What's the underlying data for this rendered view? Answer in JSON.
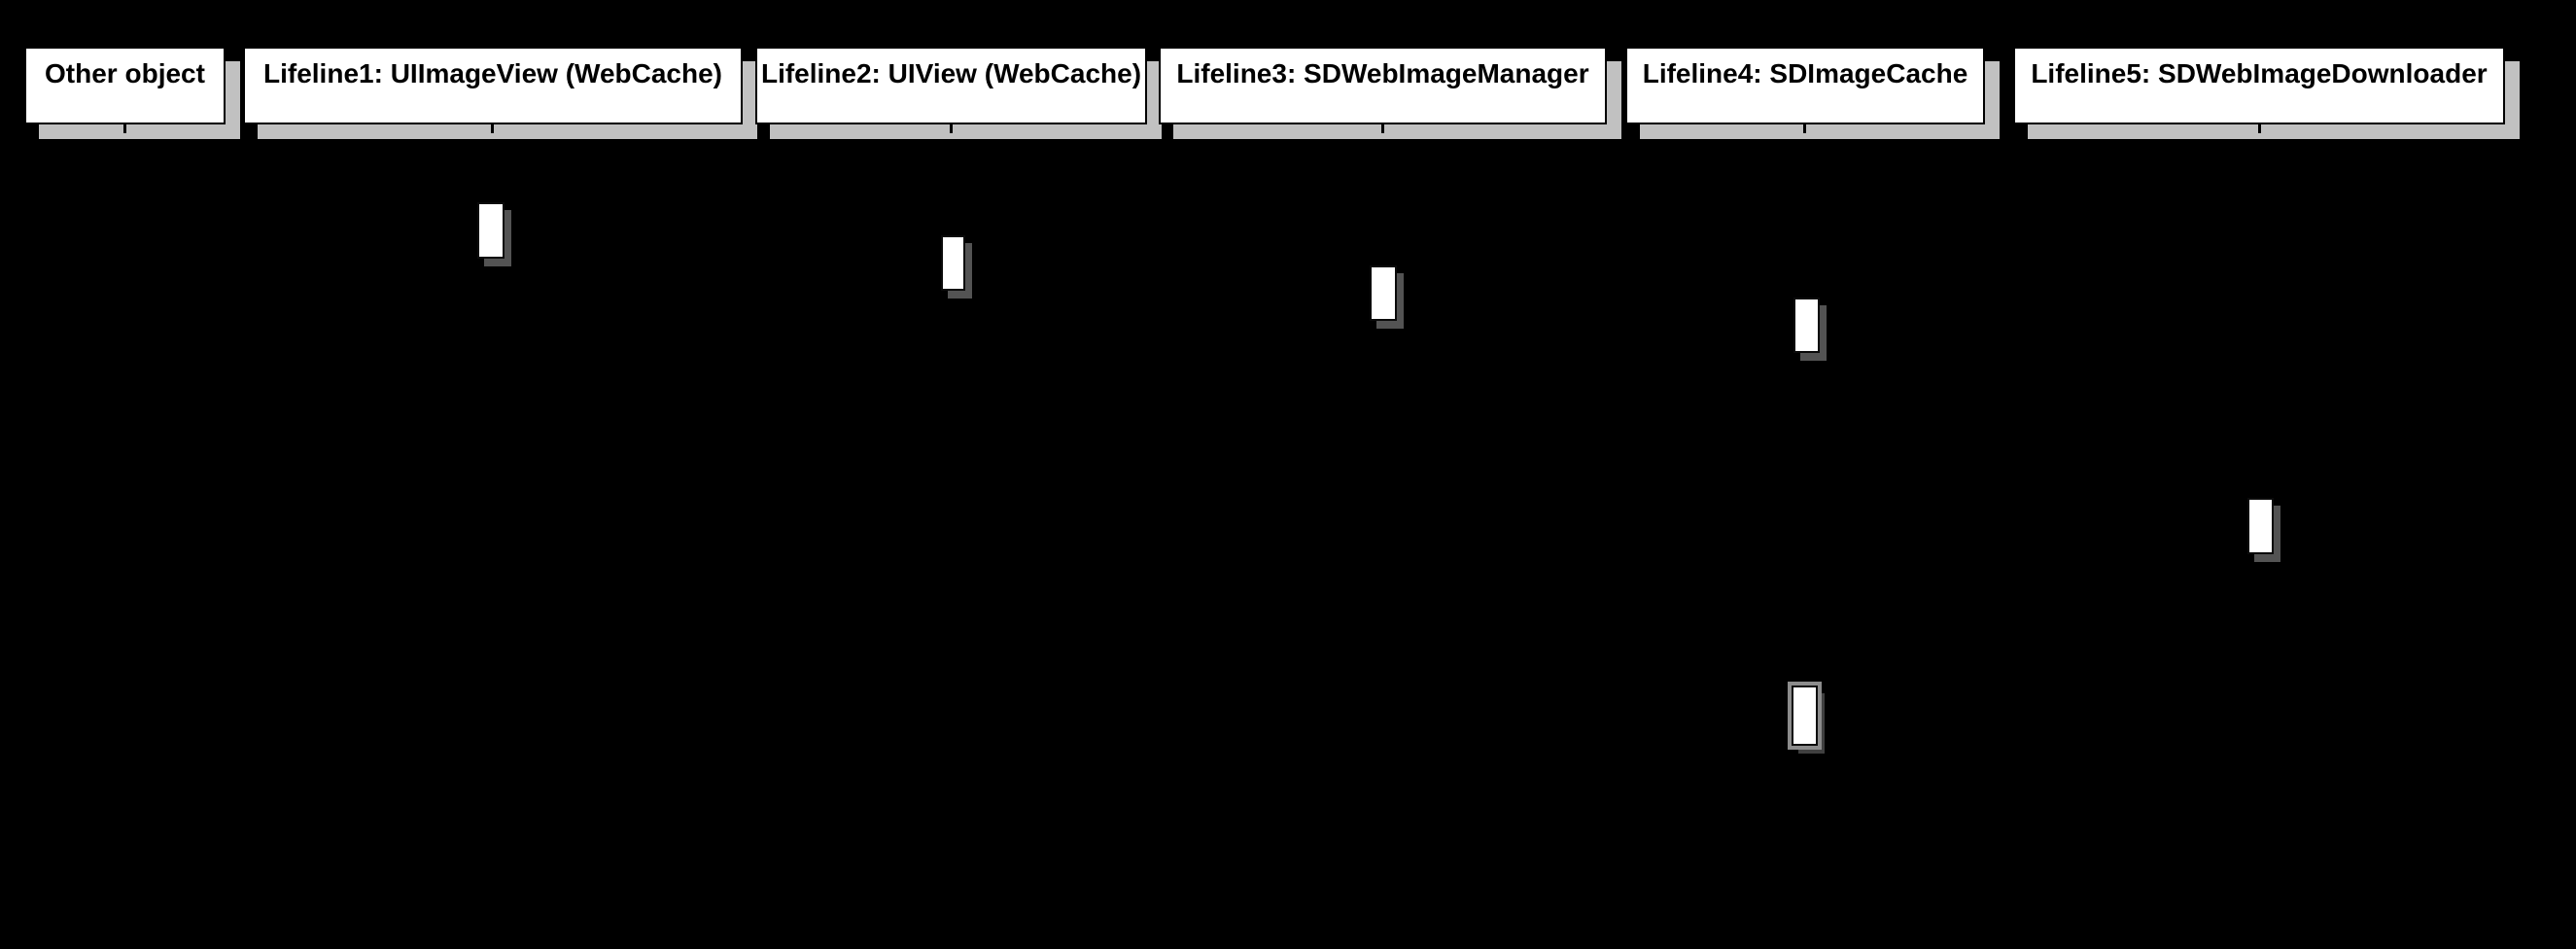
{
  "diagram": {
    "type": "uml-sequence-diagram",
    "colors": {
      "background": "#000000",
      "lifeline_box_fill": "#ffffff",
      "lifeline_box_border": "#000000",
      "drop_shadow": "#c1c1c1",
      "activation_fill": "#ffffff"
    },
    "lifelines": [
      {
        "label": "Other object"
      },
      {
        "label": "Lifeline1: UIImageView (WebCache)"
      },
      {
        "label": "Lifeline2: UIView (WebCache)"
      },
      {
        "label": "Lifeline3: SDWebImageManager"
      },
      {
        "label": "Lifeline4: SDImageCache"
      },
      {
        "label": "Lifeline5: SDWebImageDownloader"
      }
    ],
    "activations": [
      {
        "lifeline": "Lifeline1: UIImageView (WebCache)"
      },
      {
        "lifeline": "Lifeline2: UIView (WebCache)"
      },
      {
        "lifeline": "Lifeline3: SDWebImageManager"
      },
      {
        "lifeline": "Lifeline4: SDImageCache"
      },
      {
        "lifeline": "Lifeline5: SDWebImageDownloader"
      },
      {
        "lifeline": "Lifeline4: SDImageCache"
      }
    ]
  }
}
